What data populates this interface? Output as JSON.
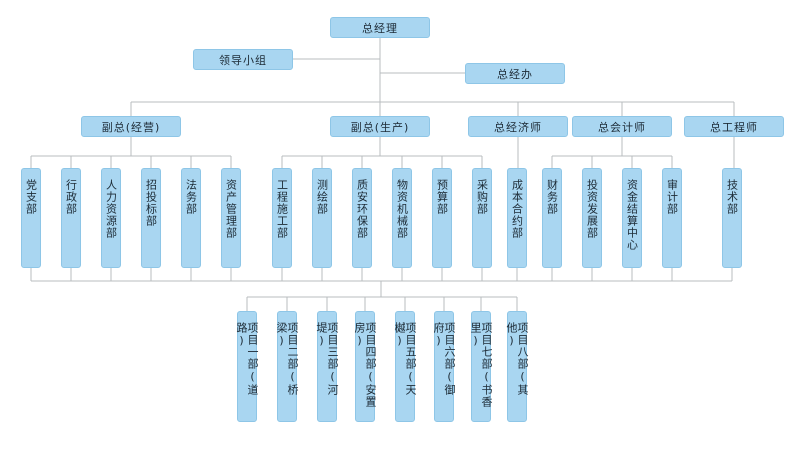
{
  "top": {
    "gm": "总经理",
    "lead_group": "领导小组",
    "office": "总经办"
  },
  "deputies": {
    "ops": "副总(经营)",
    "prod": "副总(生产)",
    "economist": "总经济师",
    "accountant": "总会计师",
    "engineer": "总工程师"
  },
  "departments": [
    "党支部",
    "行政部",
    "人力资源部",
    "招投标部",
    "法务部",
    "资产管理部",
    "工程施工部",
    "测绘部",
    "质安环保部",
    "物资机械部",
    "预算部",
    "采购部",
    "成本合约部",
    "财务部",
    "投资发展部",
    "资金结算中心",
    "审计部",
    "技术部"
  ],
  "projects": [
    "项目一部(道路)",
    "项目二部(桥梁)",
    "项目三部(河堤)",
    "项目四部(安置房)",
    "项目五部(天樾)",
    "项目六部(御府)",
    "项目七部(书香里)",
    "项目八部(其他)"
  ]
}
